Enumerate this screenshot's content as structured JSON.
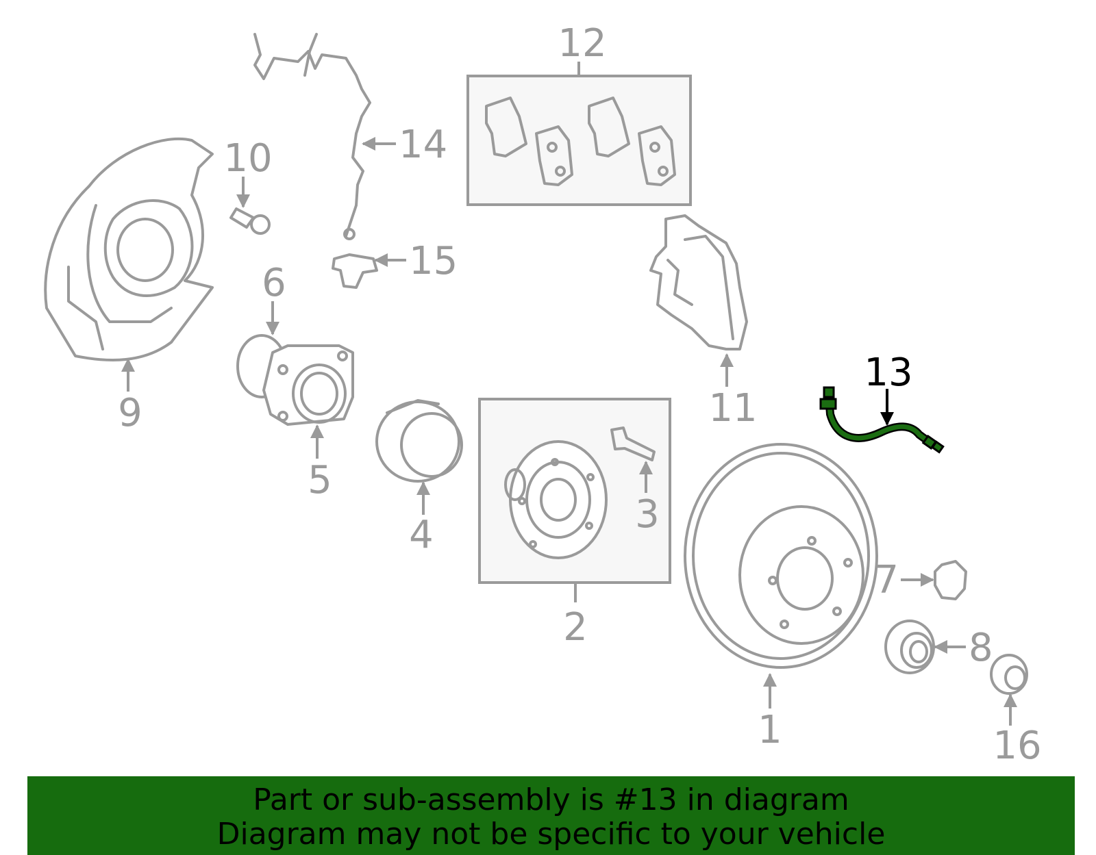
{
  "diagram": {
    "highlighted_part": "13",
    "callouts": [
      "1",
      "2",
      "3",
      "4",
      "5",
      "6",
      "7",
      "8",
      "9",
      "10",
      "11",
      "12",
      "13",
      "14",
      "15",
      "16"
    ],
    "highlight_color": "#166c0e",
    "part_color": "#9a9a9a"
  },
  "banner": {
    "line1": "Part or sub-assembly is #13 in diagram",
    "line2": "Diagram may not be specific to your vehicle",
    "background": "#166c0e"
  }
}
